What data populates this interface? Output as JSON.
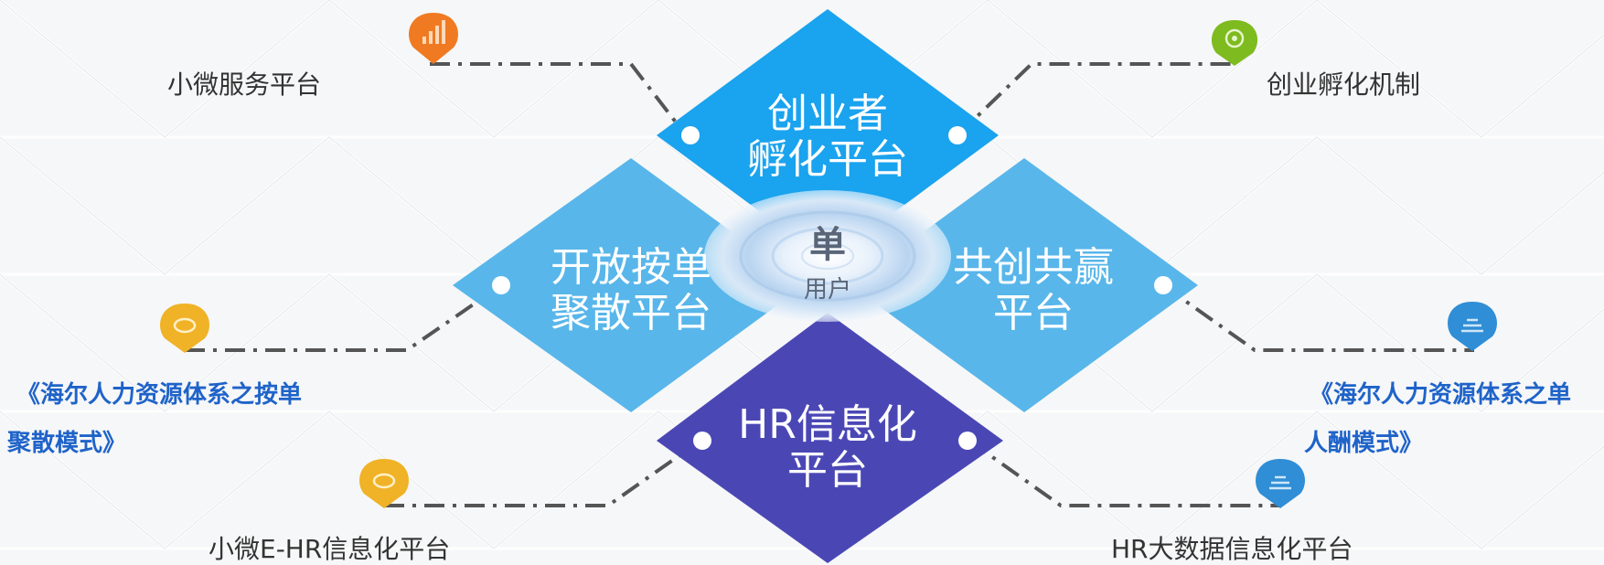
{
  "colors": {
    "top_diamond": "#1aa3ee",
    "left_diamond": "#58b6ea",
    "right_diamond": "#58b6ea",
    "bottom_diamond": "#4a47b5",
    "connector_line": "#555555",
    "pin_orange": "#f07a22",
    "pin_green": "#7dbb1f",
    "pin_yellow": "#f0b226",
    "pin_blue": "#2f8ed6",
    "blue_label_text": "#1f63c9"
  },
  "center": {
    "main": "单",
    "sub": "用户"
  },
  "diamonds": {
    "top": {
      "line1": "创业者",
      "line2": "孵化平台"
    },
    "left": {
      "line1": "开放按单",
      "line2": "聚散平台"
    },
    "right": {
      "line1": "共创共赢",
      "line2": "平台"
    },
    "bottom": {
      "line1": "HR信息化",
      "line2": "平台"
    }
  },
  "labels": {
    "top_left": "小微服务平台",
    "top_right": "创业孵化机制",
    "mid_left_line1": "《海尔人力资源体系之按单",
    "mid_left_line2": "聚散模式》",
    "mid_right_line1": "《海尔人力资源体系之单",
    "mid_right_line2": "人酬模式》",
    "bottom_left": "小微E-HR信息化平台",
    "bottom_right": "HR大数据信息化平台"
  },
  "icons": {
    "top_left": "bar-chart-icon",
    "top_right": "target-icon",
    "mid_left": "coin-icon",
    "mid_right": "chart-icon",
    "bottom_left": "coin-icon",
    "bottom_right": "chart-icon"
  }
}
